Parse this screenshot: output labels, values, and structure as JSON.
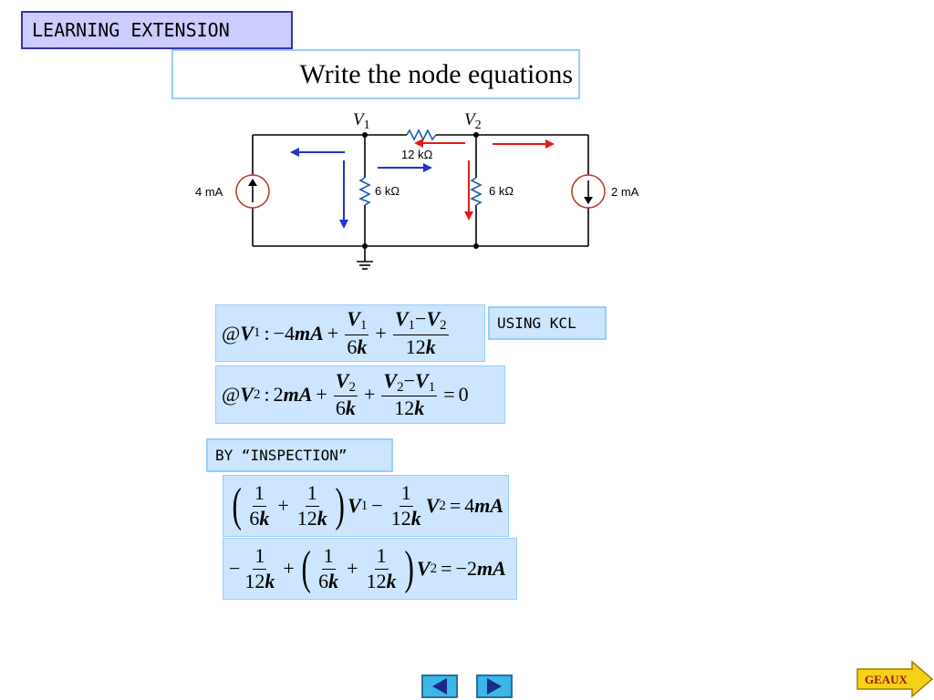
{
  "header": {
    "label": "LEARNING EXTENSION",
    "title": "Write the node equations"
  },
  "circuit": {
    "v1_label": "V",
    "v1_sub": "1",
    "v2_label": "V",
    "v2_sub": "2",
    "r_series": "12 kΩ",
    "r_left": "6 kΩ",
    "r_right": "6 kΩ",
    "source_left": "4 mA",
    "source_right": "2 mA",
    "colors": {
      "wire": "#000000",
      "resistor": "#1a5fa8",
      "source": "#c0392b",
      "arrow_blue": "#2233cc",
      "arrow_red": "#e31b1b"
    }
  },
  "equations": {
    "kcl_tag": "USING KCL",
    "eq1": {
      "at": "@",
      "var": "V",
      "sub": "1",
      "colon": ":",
      "t1": "−4",
      "t1u": "mA",
      "n1": "V",
      "n1s": "1",
      "d1": "6",
      "d1u": "k",
      "n2a": "V",
      "n2as": "1",
      "n2op": "−",
      "n2b": "V",
      "n2bs": "2",
      "d2": "12",
      "d2u": "k",
      "plus": "+"
    },
    "eq2": {
      "at": "@",
      "var": "V",
      "sub": "2",
      "colon": ":",
      "t1": "2",
      "t1u": "mA",
      "n1": "V",
      "n1s": "2",
      "d1": "6",
      "d1u": "k",
      "n2a": "V",
      "n2as": "2",
      "n2op": "−",
      "n2b": "V",
      "n2bs": "1",
      "d2": "12",
      "d2u": "k",
      "plus": "+",
      "eq": "=",
      "rhs": "0"
    },
    "inspection_tag": "BY “INSPECTION”",
    "eq3": {
      "one": "1",
      "d6": "6",
      "d12": "12",
      "k": "k",
      "plus": "+",
      "minus": "−",
      "v": "V",
      "s1": "1",
      "s2": "2",
      "eq": "=",
      "rhs": "4",
      "rhsu": "mA"
    },
    "eq4": {
      "one": "1",
      "d6": "6",
      "d12": "12",
      "k": "k",
      "plus": "+",
      "minus": "−",
      "v": "V",
      "s2": "2",
      "eq": "=",
      "rhs": "−2",
      "rhsu": "mA"
    }
  },
  "nav": {
    "prev_icon": "triangle-left-icon",
    "next_icon": "triangle-right-icon",
    "geaux_label": "GEAUX",
    "geaux_icon": "arrow-right-icon"
  }
}
